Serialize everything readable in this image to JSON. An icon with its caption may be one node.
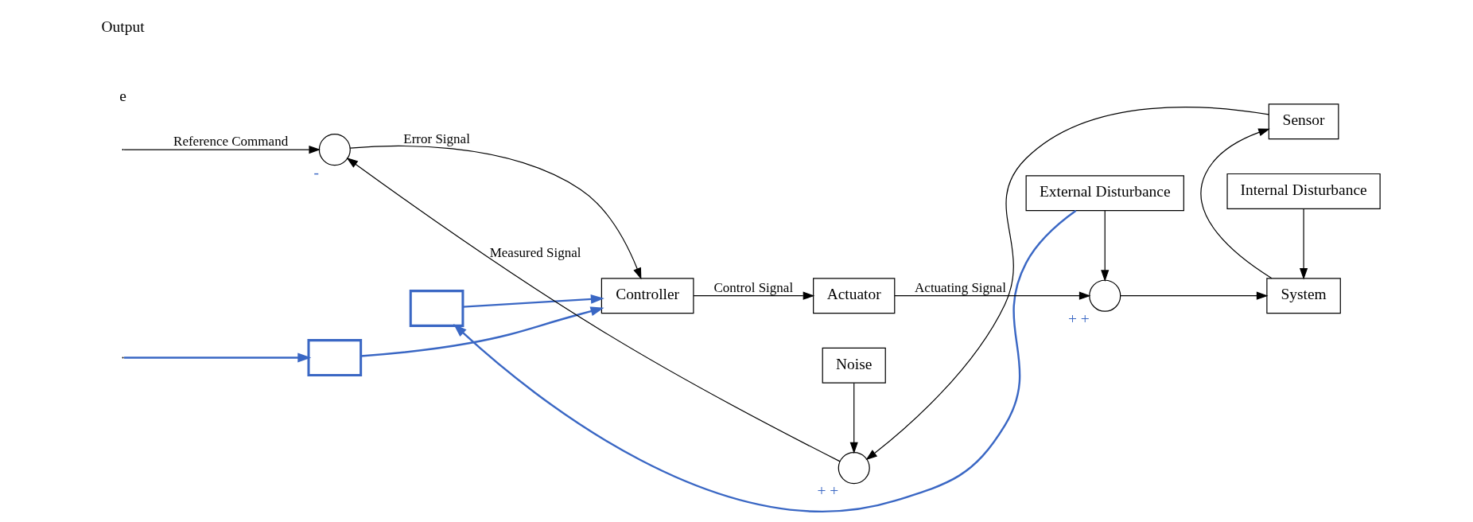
{
  "diagram": {
    "nodes": [
      {
        "text": [],
        "shape": "box"
      },
      {
        "text": [],
        "shape": "box"
      },
      {
        "text": [
          "External Disturbance"
        ]
      },
      {
        "text": [
          "Internal Disturbance"
        ]
      },
      {
        "text": [],
        "shape": "circle",
        "beside": [
          "-"
        ]
      },
      {
        "text": [
          "Controller"
        ]
      },
      {
        "text": [
          "Actuator"
        ]
      },
      {
        "text": [],
        "shape": "circle",
        "beside": [
          "+",
          "+"
        ]
      },
      {
        "text": [
          "System"
        ]
      },
      {
        "text": [],
        "shape": "circle",
        "beside": [
          "+",
          "+"
        ]
      },
      {
        "text": [
          "Sensor"
        ]
      },
      {
        "text": [
          "Noise"
        ]
      }
    ],
    "edges": [
      {
        "from": null,
        "to": 4,
        "arrow": "to",
        "label": "Reference Command"
      },
      {
        "from": 4,
        "to": 5,
        "arrow": "to",
        "label": "Error Signal"
      },
      {
        "from": 5,
        "to": 6,
        "arrow": "to",
        "label": "Control Signal"
      },
      {
        "from": 6,
        "to": 7,
        "arrow": "to",
        "label": "Actuating Signal"
      },
      {
        "from": 2,
        "to": 7,
        "arrow": "to"
      },
      {
        "from": 7,
        "to": 8,
        "arrow": "to"
      },
      {
        "from": 3,
        "to": 8,
        "arrow": "to"
      },
      {
        "from": 8,
        "to": 10,
        "arrow": "to"
      },
      {
        "from": 10,
        "to": 9,
        "arrow": "to"
      },
      {
        "from": 11,
        "to": 9,
        "arrow": "to"
      },
      {
        "from": 9,
        "to": 4,
        "arrow": "to",
        "label": "Measured Signal"
      },
      {
        "from": null,
        "to": 0,
        "arrow": "to",
        "color": "#3a67c4"
      },
      {
        "from": 0,
        "to": 5,
        "arrow": "to",
        "color": "#3a67c4"
      },
      {
        "from": 2,
        "to": 1,
        "arrow": "to",
        "color": "#3a67c4"
      },
      {
        "from": 1,
        "to": 5,
        "arrow": "to",
        "color": "#3a67c4"
      }
    ],
    "labels": [
      "e",
      "Output"
    ]
  }
}
